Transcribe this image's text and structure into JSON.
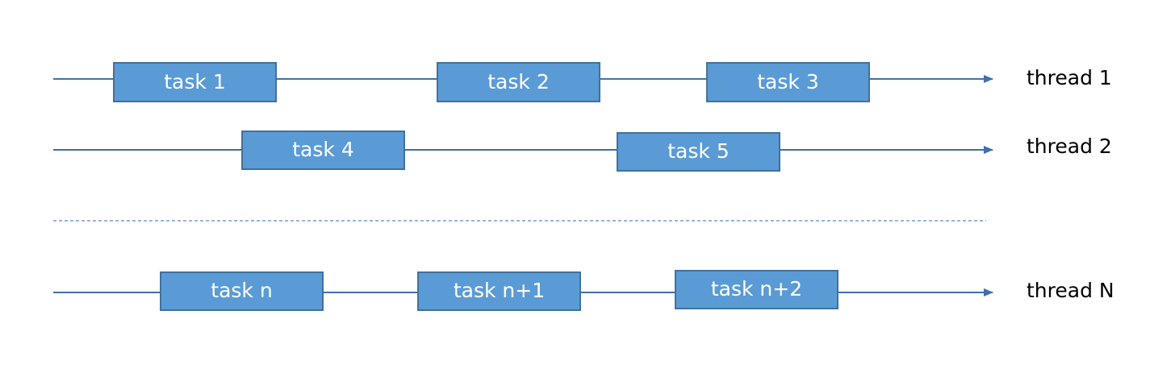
{
  "colors": {
    "line": "#3f6fb1",
    "task_fill": "#5b9bd5",
    "task_border": "#41719c",
    "task_text": "#ffffff",
    "label_text": "#000000",
    "separator": "#5a86bd"
  },
  "threads": [
    {
      "label": "thread 1",
      "tasks": [
        {
          "label": "task 1"
        },
        {
          "label": "task 2"
        },
        {
          "label": "task 3"
        }
      ]
    },
    {
      "label": "thread 2",
      "tasks": [
        {
          "label": "task 4"
        },
        {
          "label": "task 5"
        }
      ]
    },
    {
      "label": "thread N",
      "tasks": [
        {
          "label": "task n"
        },
        {
          "label": "task n+1"
        },
        {
          "label": "task n+2"
        }
      ]
    }
  ]
}
